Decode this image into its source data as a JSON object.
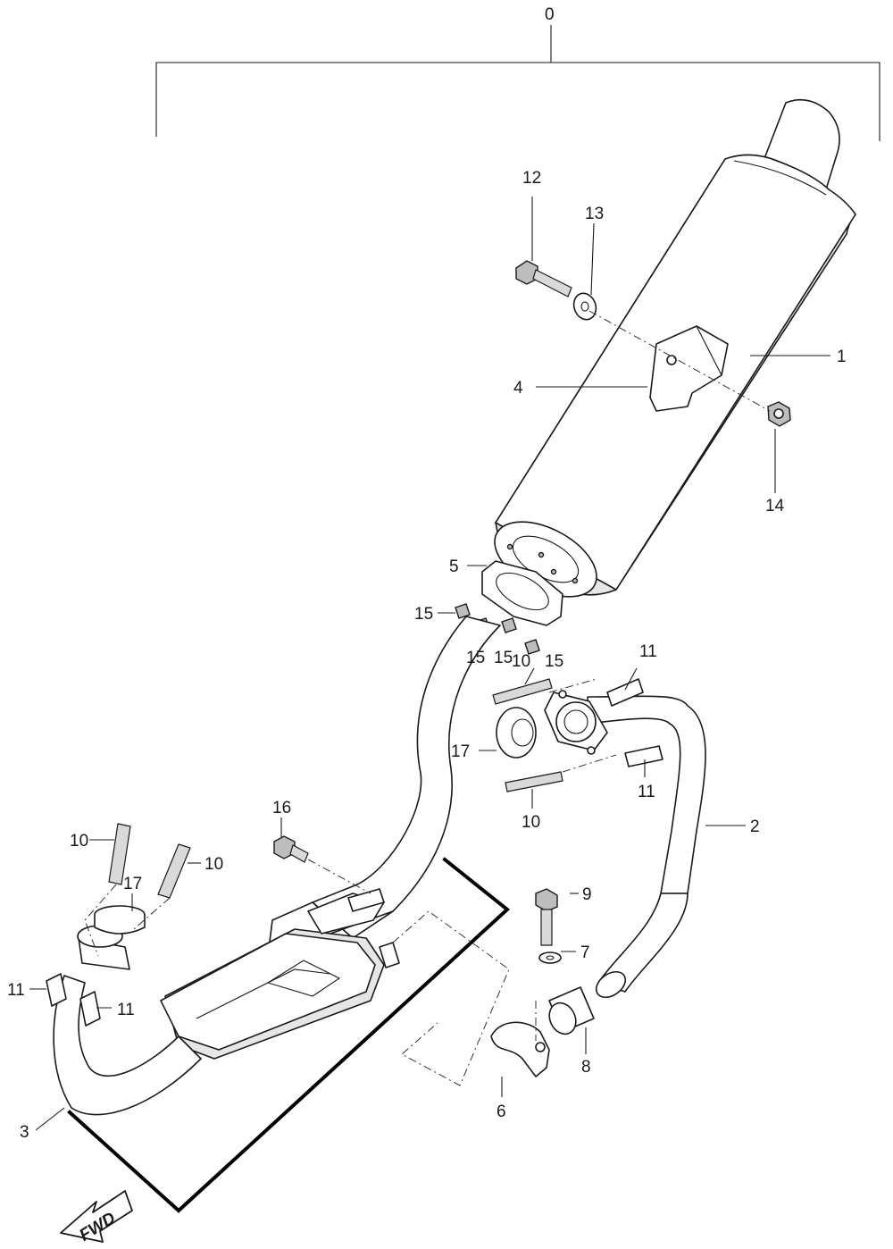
{
  "callouts": {
    "c0": "0",
    "c1": "1",
    "c2": "2",
    "c3": "3",
    "c4": "4",
    "c5": "5",
    "c6": "6",
    "c7": "7",
    "c8": "8",
    "c9": "9",
    "c10a": "10",
    "c10b": "10",
    "c10c": "10",
    "c10d": "10",
    "c11a": "11",
    "c11b": "11",
    "c11c": "11",
    "c11d": "11",
    "c12": "12",
    "c13": "13",
    "c14": "14",
    "c15a": "15",
    "c15b": "15",
    "c15c": "15",
    "c15d": "15",
    "c16": "16",
    "c17a": "17",
    "c17b": "17"
  },
  "direction_arrow": {
    "label": "FWD"
  }
}
